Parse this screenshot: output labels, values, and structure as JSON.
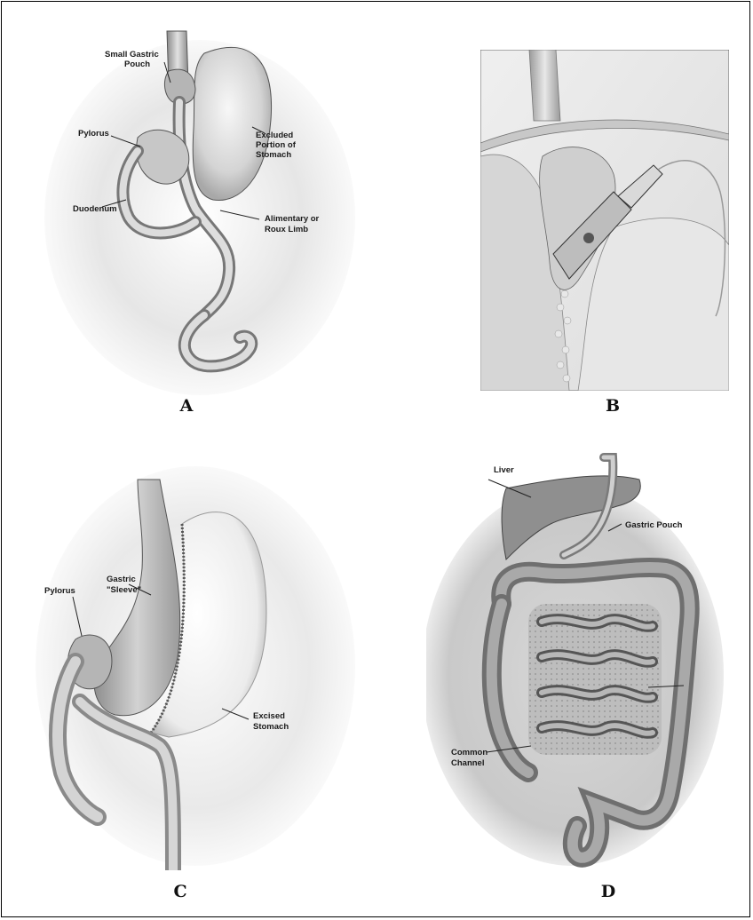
{
  "panels": {
    "a": {
      "label": "A",
      "annotations": {
        "small_gastric_pouch_1": "Small Gastric",
        "small_gastric_pouch_2": "Pouch",
        "pylorus": "Pylorus",
        "excluded_1": "Excluded",
        "excluded_2": "Portion of",
        "excluded_3": "Stomach",
        "duodenum": "Duodenum",
        "limb_1": "Alimentary or",
        "limb_2": "Roux Limb"
      }
    },
    "b": {
      "label": "B"
    },
    "c": {
      "label": "C",
      "annotations": {
        "gastric_1": "Gastric",
        "gastric_2": "\"Sleeve\"",
        "pylorus": "Pylorus",
        "excised_1": "Excised",
        "excised_2": "Stomach"
      }
    },
    "d": {
      "label": "D",
      "annotations": {
        "liver": "Liver",
        "gastric_pouch": "Gastric Pouch",
        "common_1": "Common",
        "common_2": "Channel"
      }
    }
  }
}
